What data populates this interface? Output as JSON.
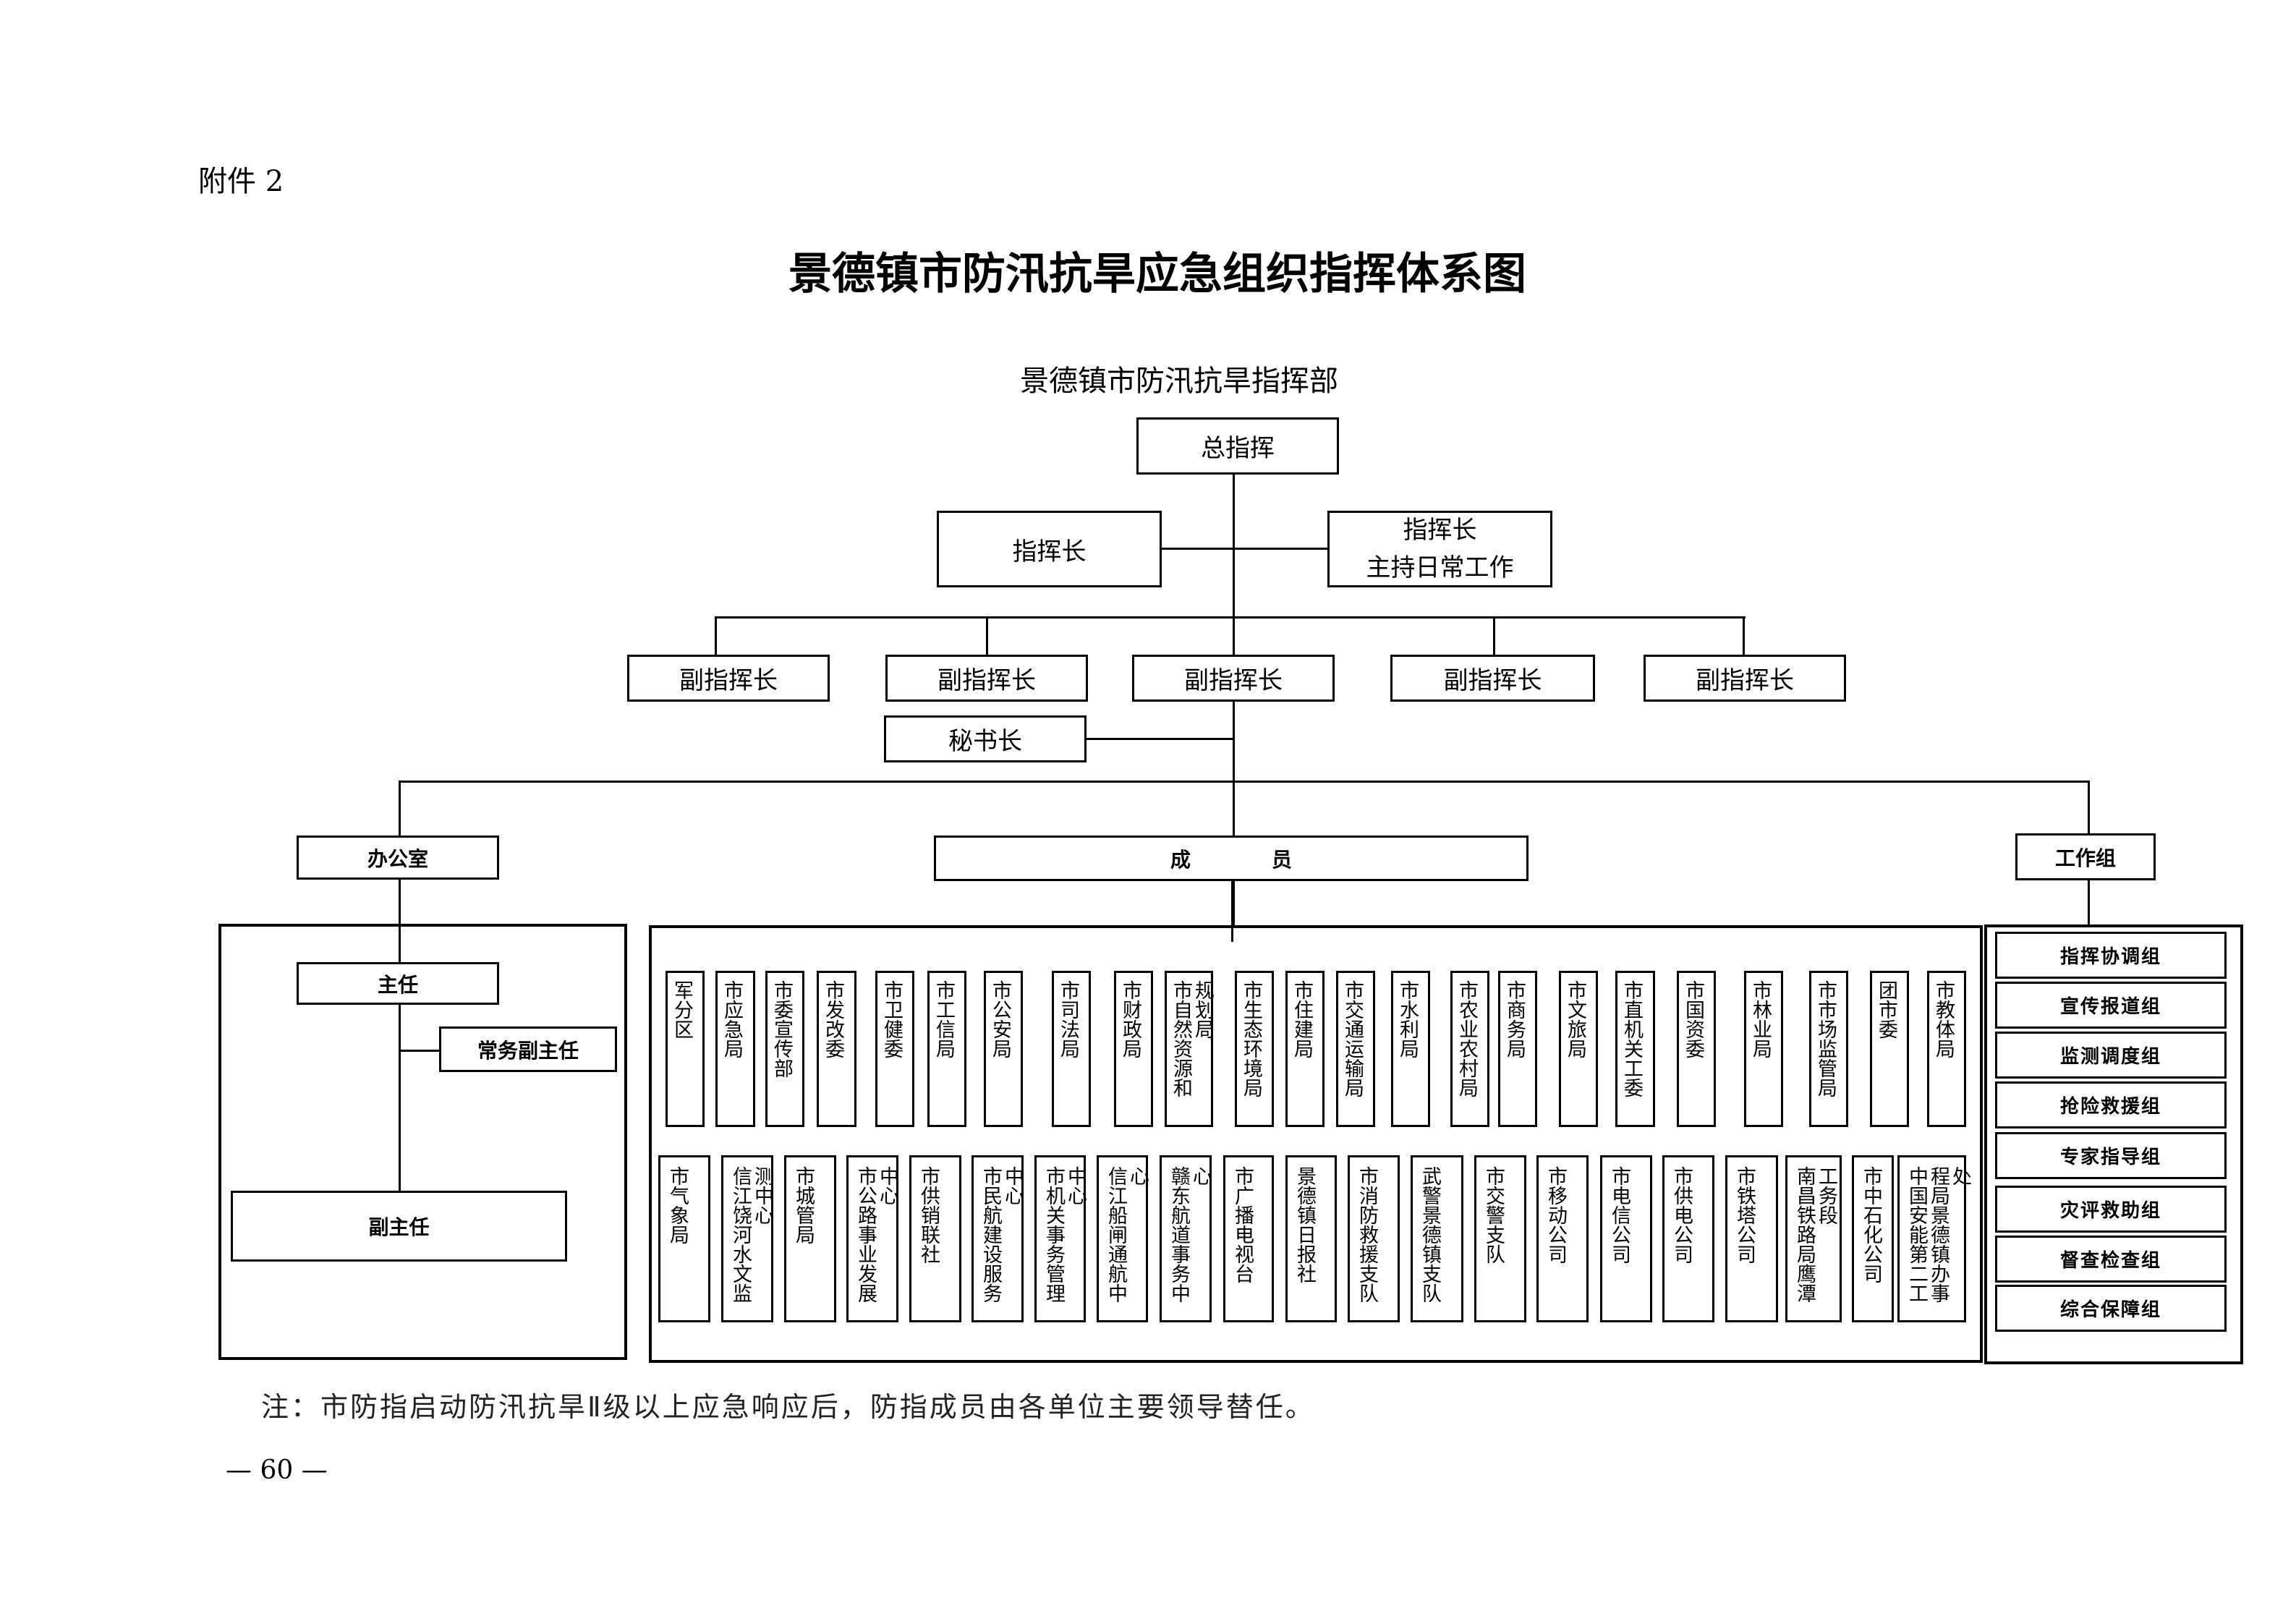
{
  "attachment_label": "附件 2",
  "title": "景德镇市防汛抗旱应急组织指挥体系图",
  "headquarters": "景德镇市防汛抗旱指挥部",
  "commander_in_chief": "总指挥",
  "commander": "指挥长",
  "commander_daily": {
    "line1": "指挥长",
    "line2": "主持日常工作"
  },
  "deputy_commanders": [
    "副指挥长",
    "副指挥长",
    "副指挥长",
    "副指挥长",
    "副指挥长"
  ],
  "secretary_general": "秘书长",
  "office": {
    "label": "办公室",
    "director": "主任",
    "executive_deputy": "常务副主任",
    "deputy": "副主任"
  },
  "members": {
    "label": "成　　　　员",
    "row1": [
      "军分区",
      "市应急局",
      "市委宣传部",
      "市发改委",
      "市卫健委",
      "市工信局",
      "市公安局",
      "市司法局",
      "市财政局",
      "市自然资源和规划局",
      "市生态环境局",
      "市住建局",
      "市交通运输局",
      "市水利局",
      "市农业农村局",
      "市商务局",
      "市文旅局",
      "市直机关工委",
      "市国资委",
      "市林业局",
      "市市场监管局",
      "团市委",
      "市教体局"
    ],
    "row2": [
      "市气象局",
      "信江饶河水文监测中心",
      "市城管局",
      "市公路事业发展中心",
      "市供销联社",
      "市民航建设服务中心",
      "市机关事务管理中心",
      "信江船闸通航中心",
      "赣东航道事务中心",
      "市广播电视台",
      "景德镇日报社",
      "市消防救援支队",
      "武警景德镇支队",
      "市交警支队",
      "市移动公司",
      "市电信公司",
      "市供电公司",
      "市铁塔公司",
      "南昌铁路局鹰潭工务段",
      "市中石化公司",
      "中国安能第二工程局景德镇办事处"
    ]
  },
  "work_groups": {
    "label": "工作组",
    "items": [
      "指挥协调组",
      "宣传报道组",
      "监测调度组",
      "抢险救援组",
      "专家指导组",
      "灾评救助组",
      "督查检查组",
      "综合保障组"
    ]
  },
  "note": "注：市防指启动防汛抗旱Ⅱ级以上应急响应后，防指成员由各单位主要领导替任。",
  "page_number": "— 60 —"
}
